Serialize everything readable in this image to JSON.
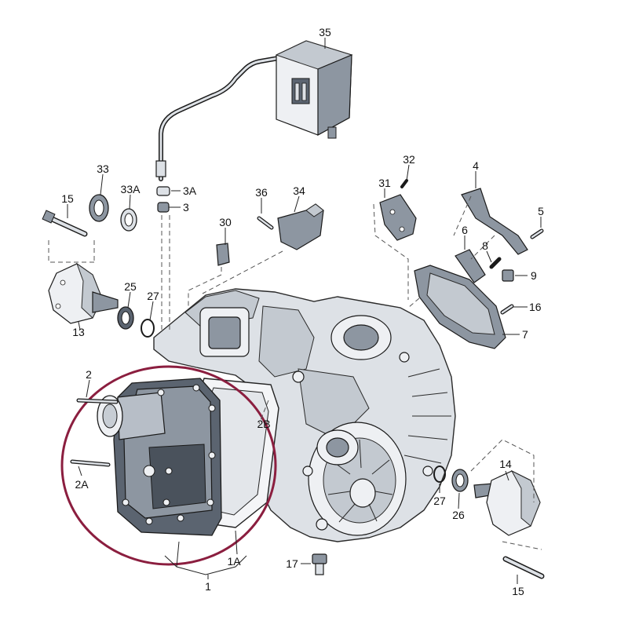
{
  "diagram": {
    "callout_labels": {
      "p35": "35",
      "p33": "33",
      "p33A": "33A",
      "p3A": "3A",
      "p3": "3",
      "p15a": "15",
      "p36": "36",
      "p34": "34",
      "p32": "32",
      "p31": "31",
      "p4": "4",
      "p30": "30",
      "p5": "5",
      "p6": "6",
      "p8": "8",
      "p9": "9",
      "p25": "25",
      "p27a": "27",
      "p13": "13",
      "p16": "16",
      "p7": "7",
      "p2": "2",
      "p2B": "2B",
      "p2A": "2A",
      "p14": "14",
      "p27b": "27",
      "p26": "26",
      "p1A": "1A",
      "p17": "17",
      "p1": "1",
      "p15b": "15"
    },
    "colors": {
      "highlight_circle": "#8b1e3f",
      "ink": "#111111"
    }
  }
}
